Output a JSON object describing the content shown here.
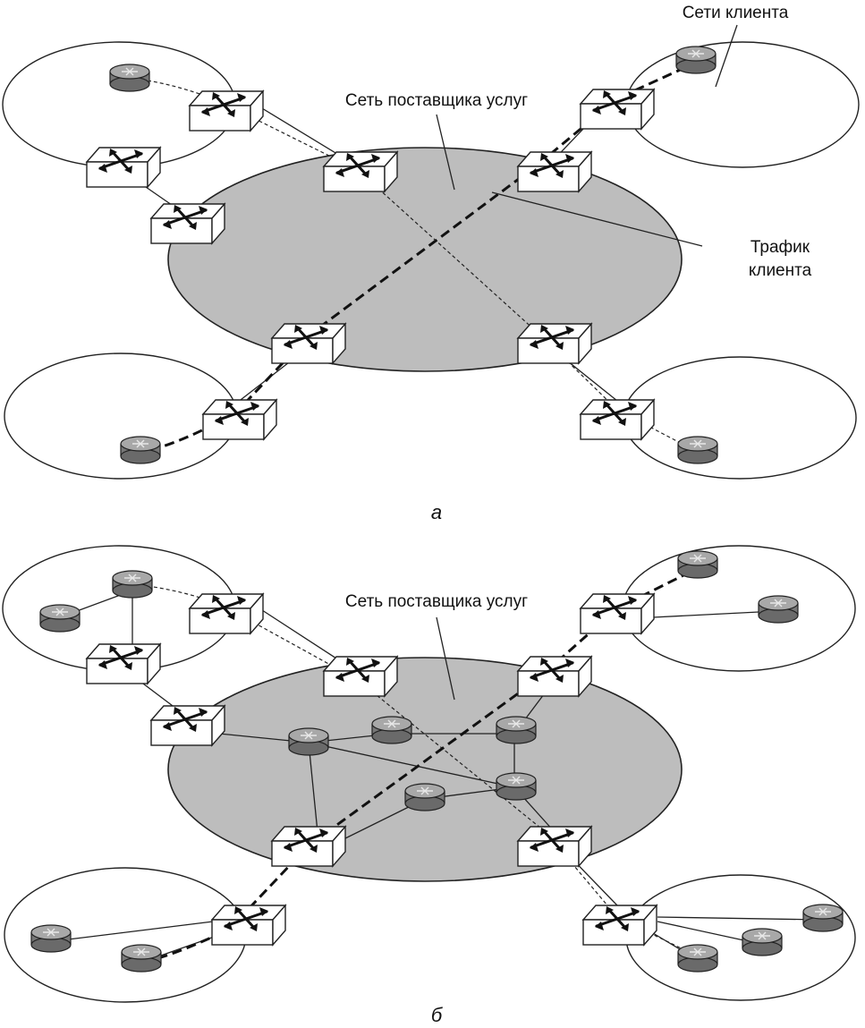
{
  "panel_a": {
    "provider_label": "Сеть поставщика услуг",
    "customer_label": "Сети клиента",
    "traffic_label_line1": "Трафик",
    "traffic_label_line2": "клиента",
    "caption": "а"
  },
  "panel_b": {
    "provider_label": "Сеть поставщика услуг",
    "caption": "б"
  },
  "icons": {
    "switch": "switch-icon",
    "router": "router-icon"
  },
  "colors": {
    "provider_fill": "#bdbdbd",
    "router_fill": "#7a7a7a",
    "switch_fill": "#ffffff",
    "line": "#222222"
  }
}
